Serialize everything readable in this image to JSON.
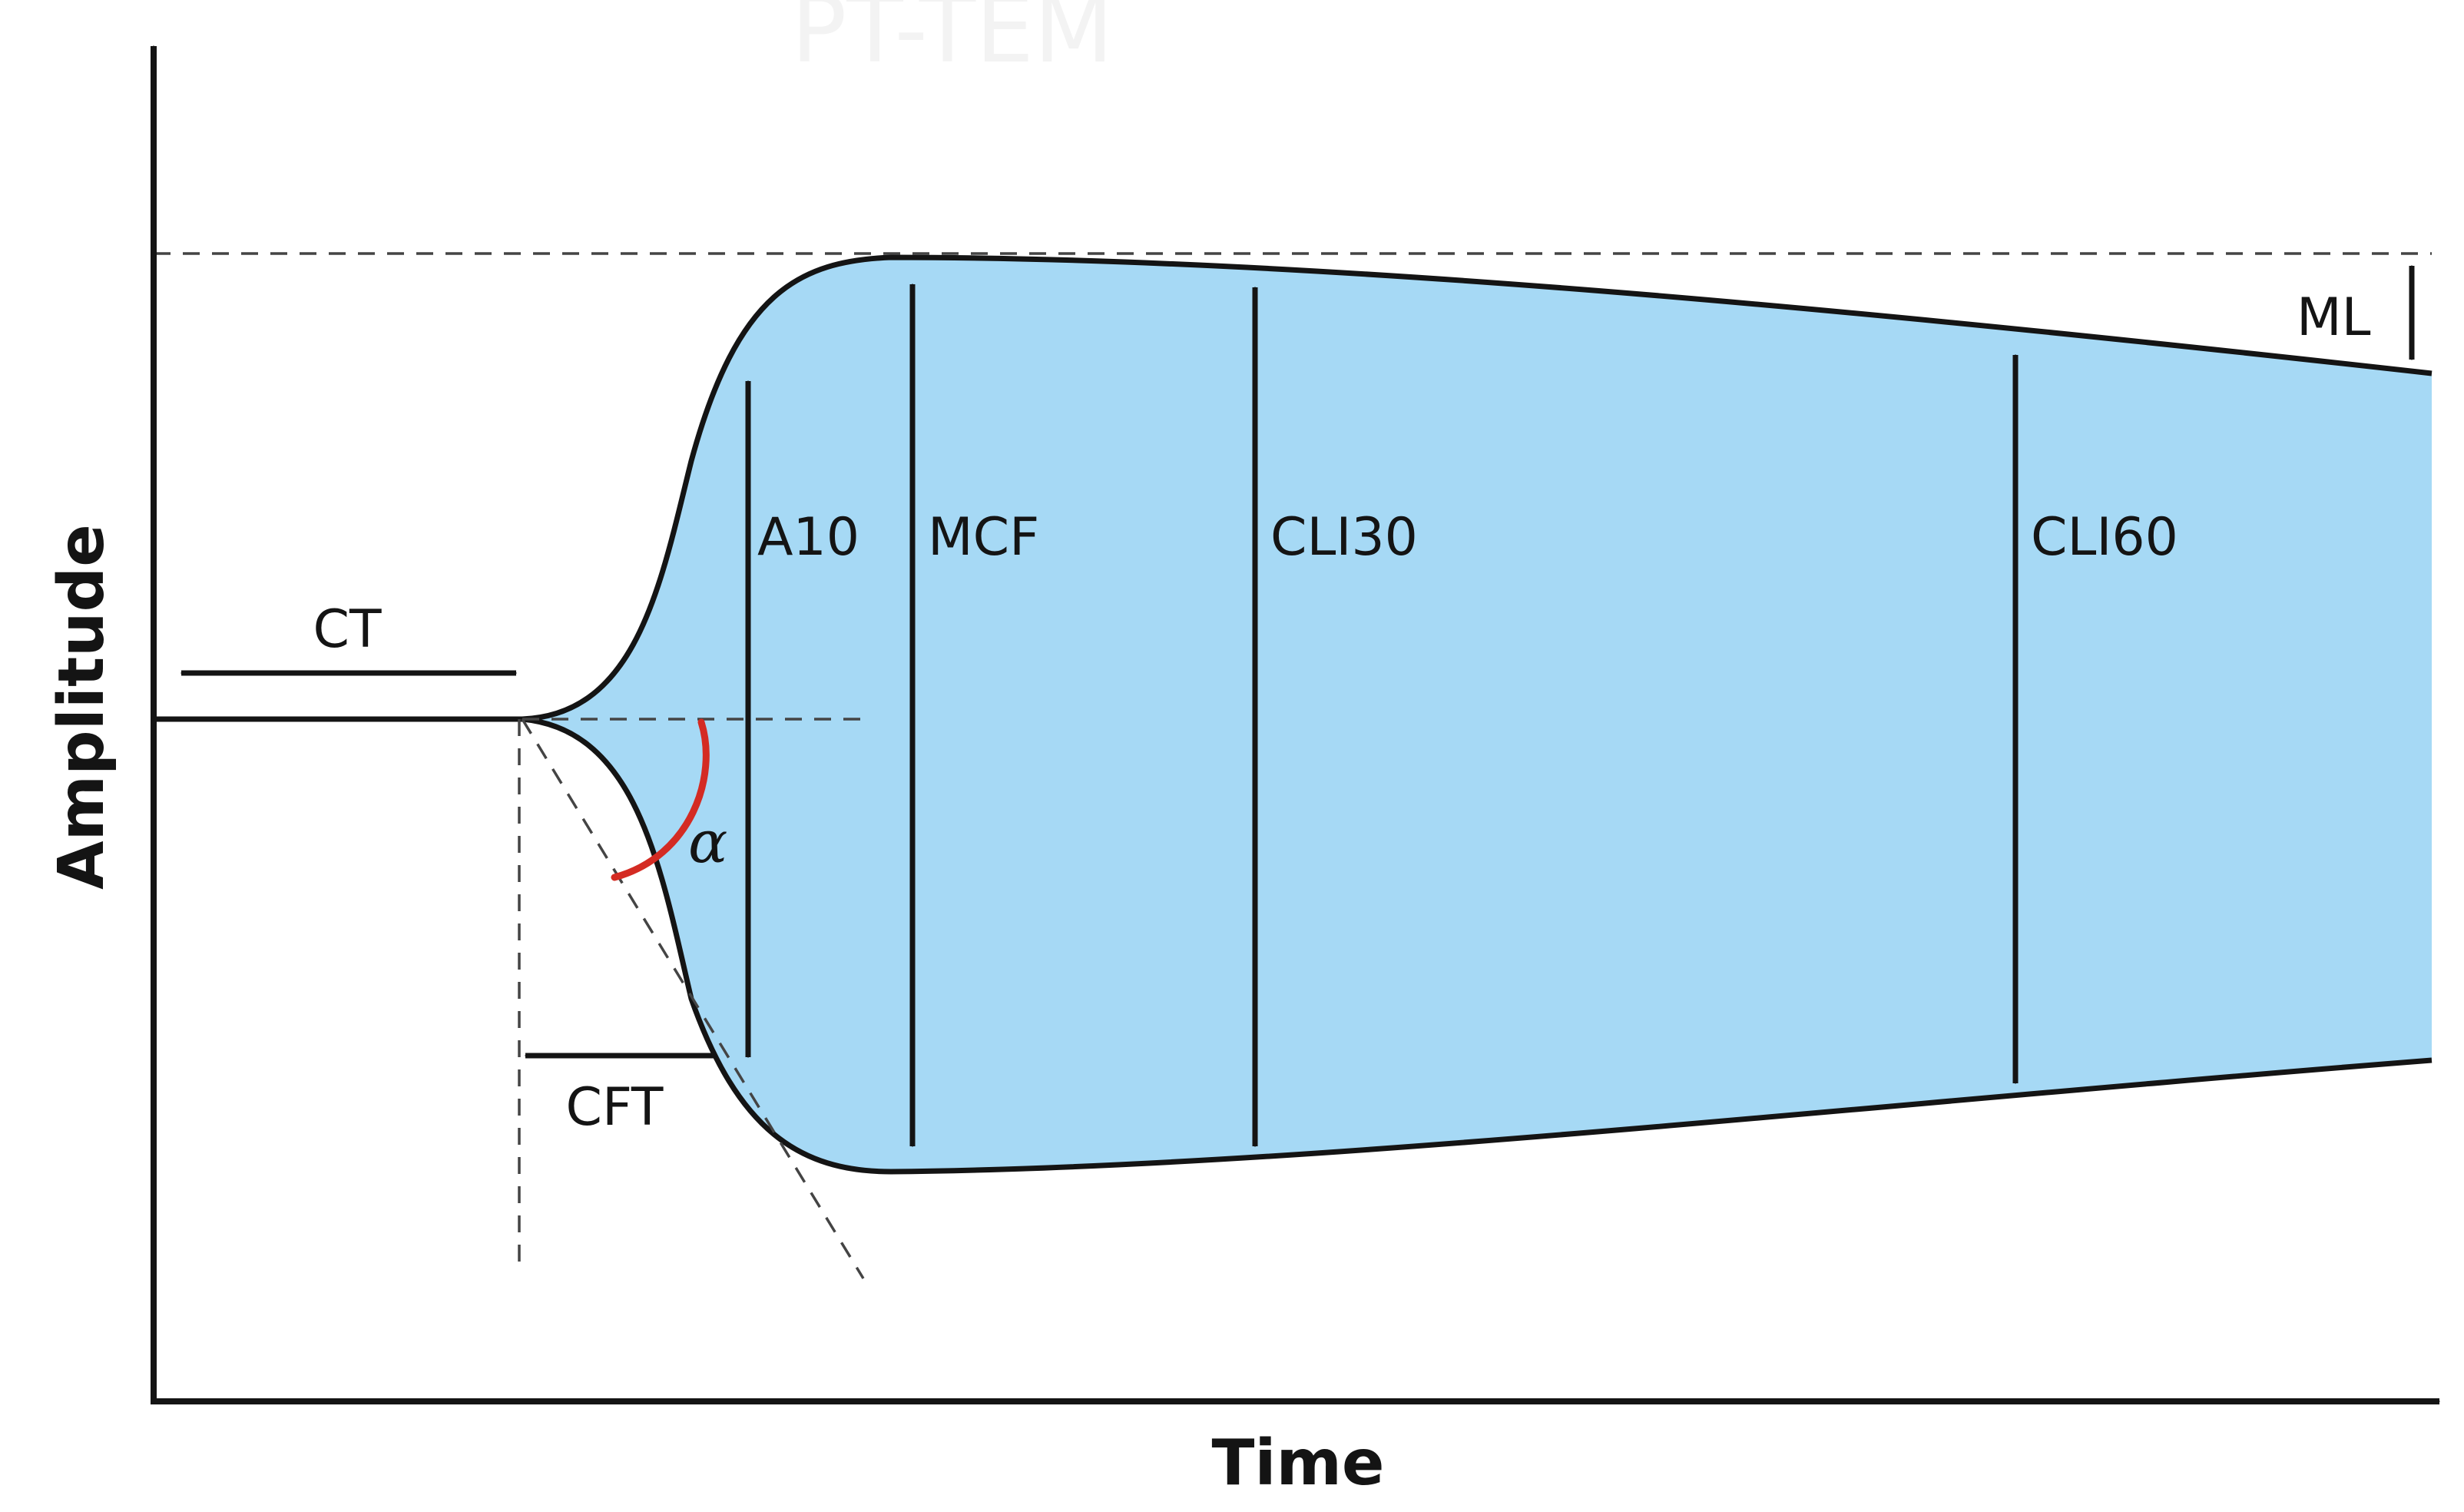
{
  "diagram": {
    "faint_title": "PT-TEM",
    "x_axis_label": "Time",
    "y_axis_label": "Amplitude",
    "labels": {
      "ct": "CT",
      "cft": "CFT",
      "alpha": "α",
      "a10": "A10",
      "mcf": "MCF",
      "cli30": "CLI30",
      "cli60": "CLI60",
      "ml": "ML"
    },
    "colors": {
      "fill": "#a6d9f5",
      "curve": "#141414",
      "dashed": "#444444",
      "alpha_arc": "#d42b23",
      "text": "#141414"
    }
  }
}
